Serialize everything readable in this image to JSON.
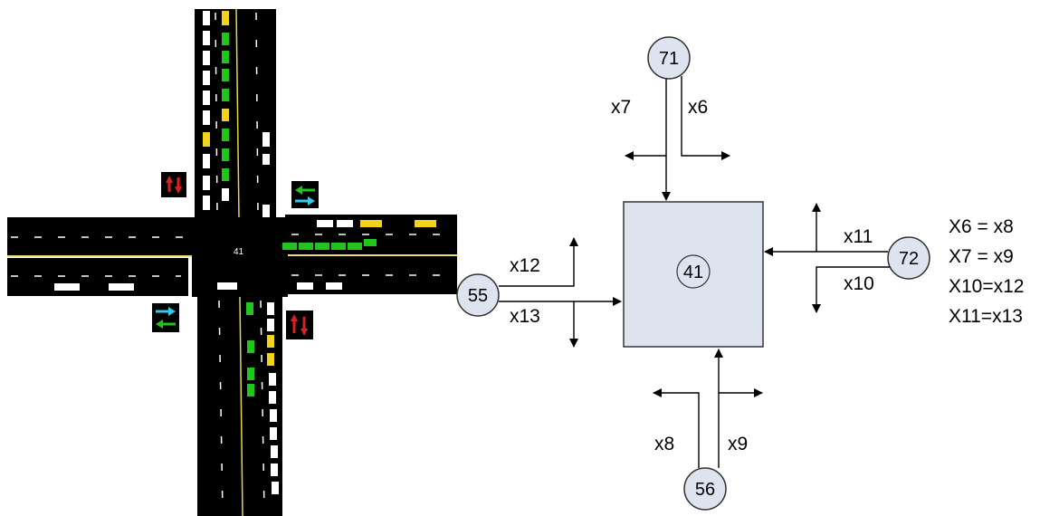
{
  "simulation": {
    "intersection_id": "41",
    "palette": {
      "road": "#000000",
      "lane_line": "#ffffff",
      "center_line": "#e8d44a",
      "car_stopped": "#ffffff",
      "car_green": "#22c41e",
      "car_yellow": "#f2d21a",
      "signal_red": "#e02020",
      "signal_green": "#22c41e",
      "signal_cyan": "#35c8e8"
    }
  },
  "diagram": {
    "center_node": "41",
    "nodes": {
      "north": "71",
      "east": "72",
      "south": "56",
      "west": "55"
    },
    "flows": {
      "x6": "x6",
      "x7": "x7",
      "x8": "x8",
      "x9": "x9",
      "x10": "x10",
      "x11": "x11",
      "x12": "x12",
      "x13": "x13"
    },
    "equations": [
      "X6 = x8",
      "X7 = x9",
      "X10=x12",
      "X11=x13"
    ],
    "colors": {
      "box_fill": "#dde4f0",
      "node_fill": "#dde4f0",
      "stroke": "#333333"
    }
  }
}
